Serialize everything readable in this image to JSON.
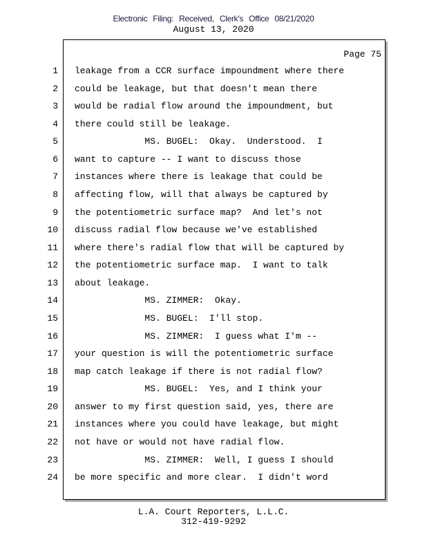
{
  "header": {
    "filing": "Electronic  Filing:  Received,  Clerk's  Office  08/21/2020",
    "date": "August 13, 2020"
  },
  "page_label": "Page 75",
  "lines": [
    {
      "n": "1",
      "t": "leakage from a CCR surface impoundment where there"
    },
    {
      "n": "2",
      "t": "could be leakage, but that doesn't mean there"
    },
    {
      "n": "3",
      "t": "would be radial flow around the impoundment, but"
    },
    {
      "n": "4",
      "t": "there could still be leakage."
    },
    {
      "n": "5",
      "t": "             MS. BUGEL:  Okay.  Understood.  I"
    },
    {
      "n": "6",
      "t": "want to capture -- I want to discuss those"
    },
    {
      "n": "7",
      "t": "instances where there is leakage that could be"
    },
    {
      "n": "8",
      "t": "affecting flow, will that always be captured by"
    },
    {
      "n": "9",
      "t": "the potentiometric surface map?  And let's not"
    },
    {
      "n": "10",
      "t": "discuss radial flow because we've established"
    },
    {
      "n": "11",
      "t": "where there's radial flow that will be captured by"
    },
    {
      "n": "12",
      "t": "the potentiometric surface map.  I want to talk"
    },
    {
      "n": "13",
      "t": "about leakage."
    },
    {
      "n": "14",
      "t": "             MS. ZIMMER:  Okay."
    },
    {
      "n": "15",
      "t": "             MS. BUGEL:  I'll stop."
    },
    {
      "n": "16",
      "t": "             MS. ZIMMER:  I guess what I'm --"
    },
    {
      "n": "17",
      "t": "your question is will the potentiometric surface"
    },
    {
      "n": "18",
      "t": "map catch leakage if there is not radial flow?"
    },
    {
      "n": "19",
      "t": "             MS. BUGEL:  Yes, and I think your"
    },
    {
      "n": "20",
      "t": "answer to my first question said, yes, there are"
    },
    {
      "n": "21",
      "t": "instances where you could have leakage, but might"
    },
    {
      "n": "22",
      "t": "not have or would not have radial flow."
    },
    {
      "n": "23",
      "t": "             MS. ZIMMER:  Well, I guess I should"
    },
    {
      "n": "24",
      "t": "be more specific and more clear.  I didn't word"
    }
  ],
  "footer": {
    "company": "L.A. Court Reporters, L.L.C.",
    "phone": "312-419-9292"
  }
}
